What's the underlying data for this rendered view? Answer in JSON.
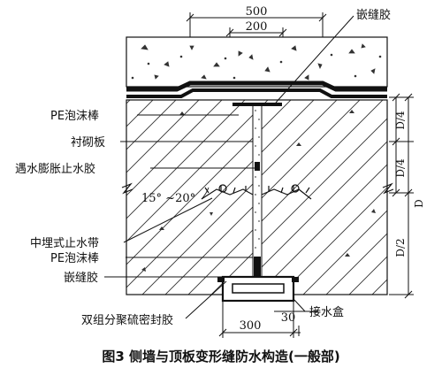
{
  "diagram": {
    "dimensions": {
      "top_outer": "500",
      "top_inner": "200",
      "bottom_width": "300",
      "bottom_small": "30",
      "right_d4_upper": "D/4",
      "right_d4_lower": "D/4",
      "right_d": "D",
      "right_d2": "D/2",
      "angle": "15° ~20°"
    },
    "labels": {
      "sealant_top": "嵌缝胶",
      "pe_rod_top": "PE泡沫棒",
      "lining_board": "衬砌板",
      "swelling_strip": "遇水膨胀止水胶",
      "waterstop": "中埋式止水带",
      "pe_rod_bottom": "PE泡沫棒",
      "sealant_bottom": "嵌缝胶",
      "polysulfide": "双组分聚硫密封胶",
      "drain_box": "接水盒"
    },
    "caption": "图3 侧墙与顶板变形缝防水构造(一般部)"
  }
}
